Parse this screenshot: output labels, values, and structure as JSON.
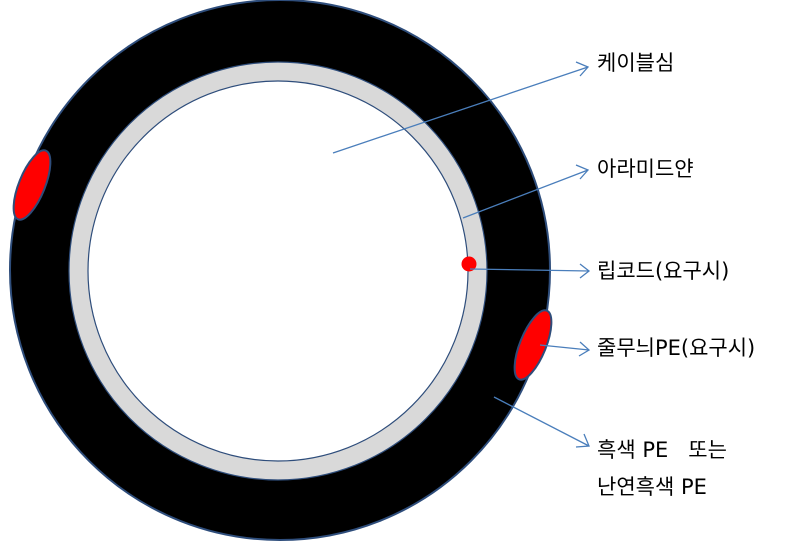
{
  "labels": {
    "cable_core": "케이블심",
    "aramid_yarn": "아라미드얀",
    "rip_cord": "립코드(요구시)",
    "stripe_pe": "줄무늬PE(요구시)",
    "jacket_line1": "흑색 PE   또는",
    "jacket_line2": "난연흑색 PE"
  },
  "colors": {
    "jacket": "#000000",
    "aramid_layer": "#d9d9d9",
    "core": "#ffffff",
    "outline": "#2e4d7b",
    "marker_red": "#ff0000",
    "leader_line": "#4a7ebb"
  }
}
